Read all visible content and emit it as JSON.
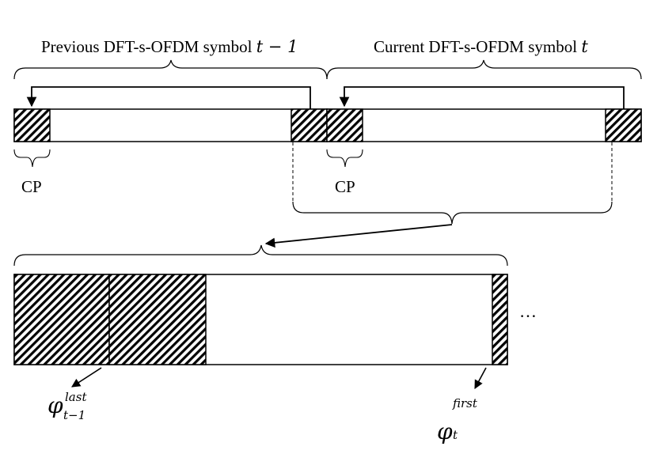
{
  "labels": {
    "prev_symbol_text": "Previous DFT-s-OFDM symbol ",
    "prev_symbol_math": "t − 1",
    "curr_symbol_text": "Current DFT-s-OFDM symbol ",
    "curr_symbol_math": "t",
    "cp_left": "CP",
    "cp_right": "CP",
    "ellipsis": "…",
    "phi_left": {
      "base": "φ",
      "sup": "last",
      "sub": "t−1"
    },
    "phi_right": {
      "base": "φ",
      "sup": "first",
      "sub": "t"
    }
  },
  "colors": {
    "stroke": "#000000",
    "background": "#ffffff"
  }
}
